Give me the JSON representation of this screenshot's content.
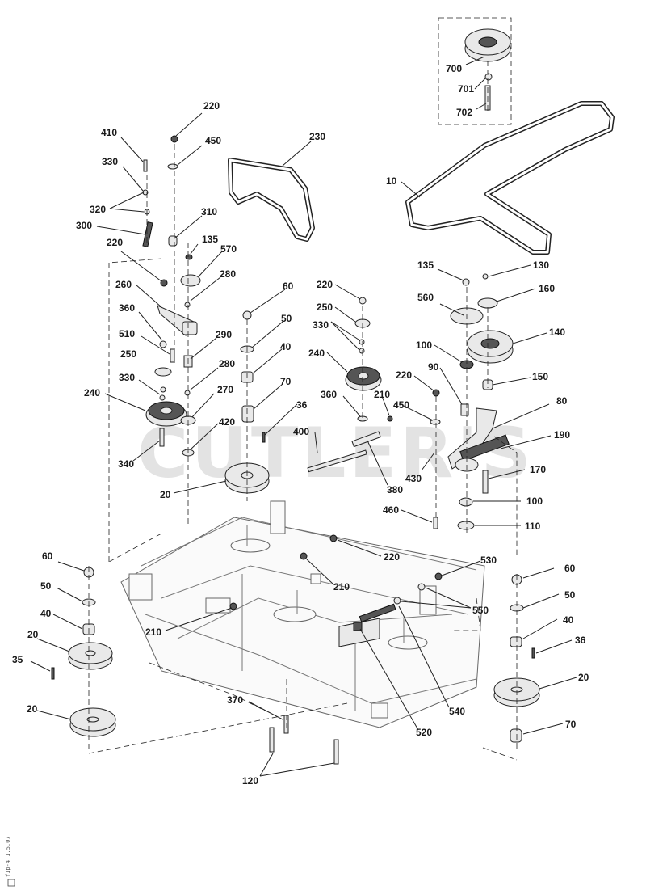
{
  "watermark": "CUTLER'S",
  "footer_code": "f1p-4 1.5.07",
  "callouts": [
    "220",
    "450",
    "230",
    "410",
    "330",
    "320",
    "310",
    "300",
    "135",
    "570",
    "220",
    "280",
    "260",
    "360",
    "510",
    "290",
    "250",
    "280",
    "330",
    "270",
    "240",
    "420",
    "340",
    "60",
    "50",
    "40",
    "70",
    "36",
    "20",
    "220",
    "250",
    "330",
    "240",
    "360",
    "210",
    "400",
    "380",
    "450",
    "430",
    "220",
    "90",
    "80",
    "190",
    "170",
    "100",
    "110",
    "460",
    "135",
    "560",
    "130",
    "160",
    "140",
    "100",
    "150",
    "10",
    "700",
    "701",
    "702",
    "220",
    "210",
    "210",
    "530",
    "550",
    "540",
    "520",
    "60",
    "50",
    "40",
    "20",
    "35",
    "20",
    "60",
    "50",
    "40",
    "36",
    "20",
    "70",
    "370",
    "120"
  ]
}
